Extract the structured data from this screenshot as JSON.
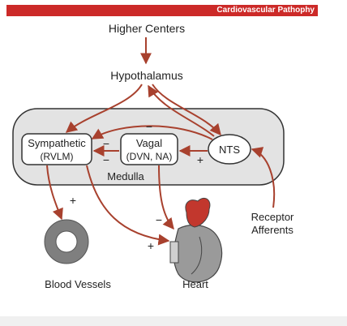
{
  "banner": {
    "title": "Cardiovascular Pathophy"
  },
  "nodes": {
    "higher_centers": "Higher Centers",
    "hypothalamus": "Hypothalamus",
    "sympathetic_title": "Sympathetic",
    "sympathetic_sub": "(RVLM)",
    "vagal_title": "Vagal",
    "vagal_sub": "(DVN, NA)",
    "nts": "NTS",
    "medulla": "Medulla",
    "receptor_line1": "Receptor",
    "receptor_line2": "Afferents",
    "blood_vessels": "Blood Vessels",
    "heart": "Heart"
  },
  "signs": {
    "vagal_to_symp": "−",
    "nts_to_symp": "−",
    "nts_to_vagal": "+",
    "symp_to_vessels": "+",
    "vagal_to_heart": "−",
    "symp_to_heart": "+"
  },
  "colors": {
    "banner": "#cc2a28",
    "arrow": "#a8412e",
    "medulla_fill": "#e3e3e3",
    "heart_red": "#c2372d",
    "heart_gray": "#9a9a9a"
  }
}
